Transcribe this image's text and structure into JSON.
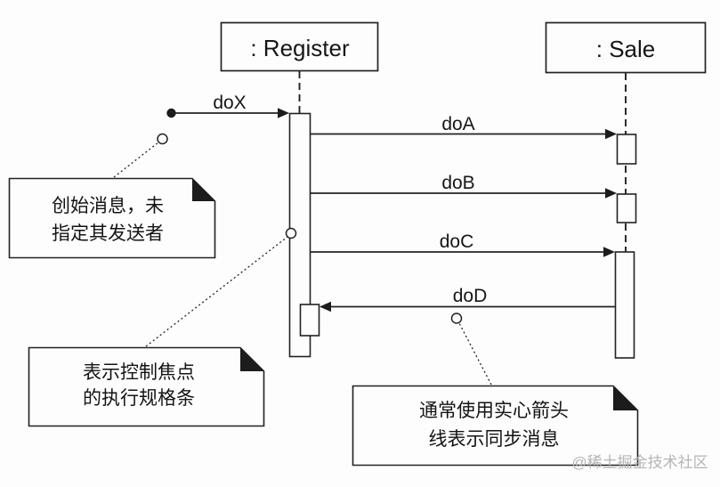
{
  "diagram": {
    "type": "uml-sequence-diagram",
    "lifelines": {
      "register": {
        "label": ": Register"
      },
      "sale": {
        "label": ": Sale"
      }
    },
    "messages": {
      "doX": {
        "label": "doX",
        "kind": "found-message"
      },
      "doA": {
        "label": "doA",
        "kind": "synchronous"
      },
      "doB": {
        "label": "doB",
        "kind": "synchronous"
      },
      "doC": {
        "label": "doC",
        "kind": "synchronous"
      },
      "doD": {
        "label": "doD",
        "kind": "synchronous"
      }
    },
    "notes": {
      "initial_message": {
        "line1": "创始消息，未",
        "line2": "指定其发送者"
      },
      "execution_spec": {
        "line1": "表示控制焦点",
        "line2": "的执行规格条"
      },
      "sync_message": {
        "line1": "通常使用实心箭头",
        "line2": "线表示同步消息"
      }
    },
    "watermark": "@稀土掘金技术社区"
  },
  "colors": {
    "line": "#222222",
    "text": "#161616",
    "background": "#fdfdfd",
    "watermark": "#b5b5b5"
  }
}
